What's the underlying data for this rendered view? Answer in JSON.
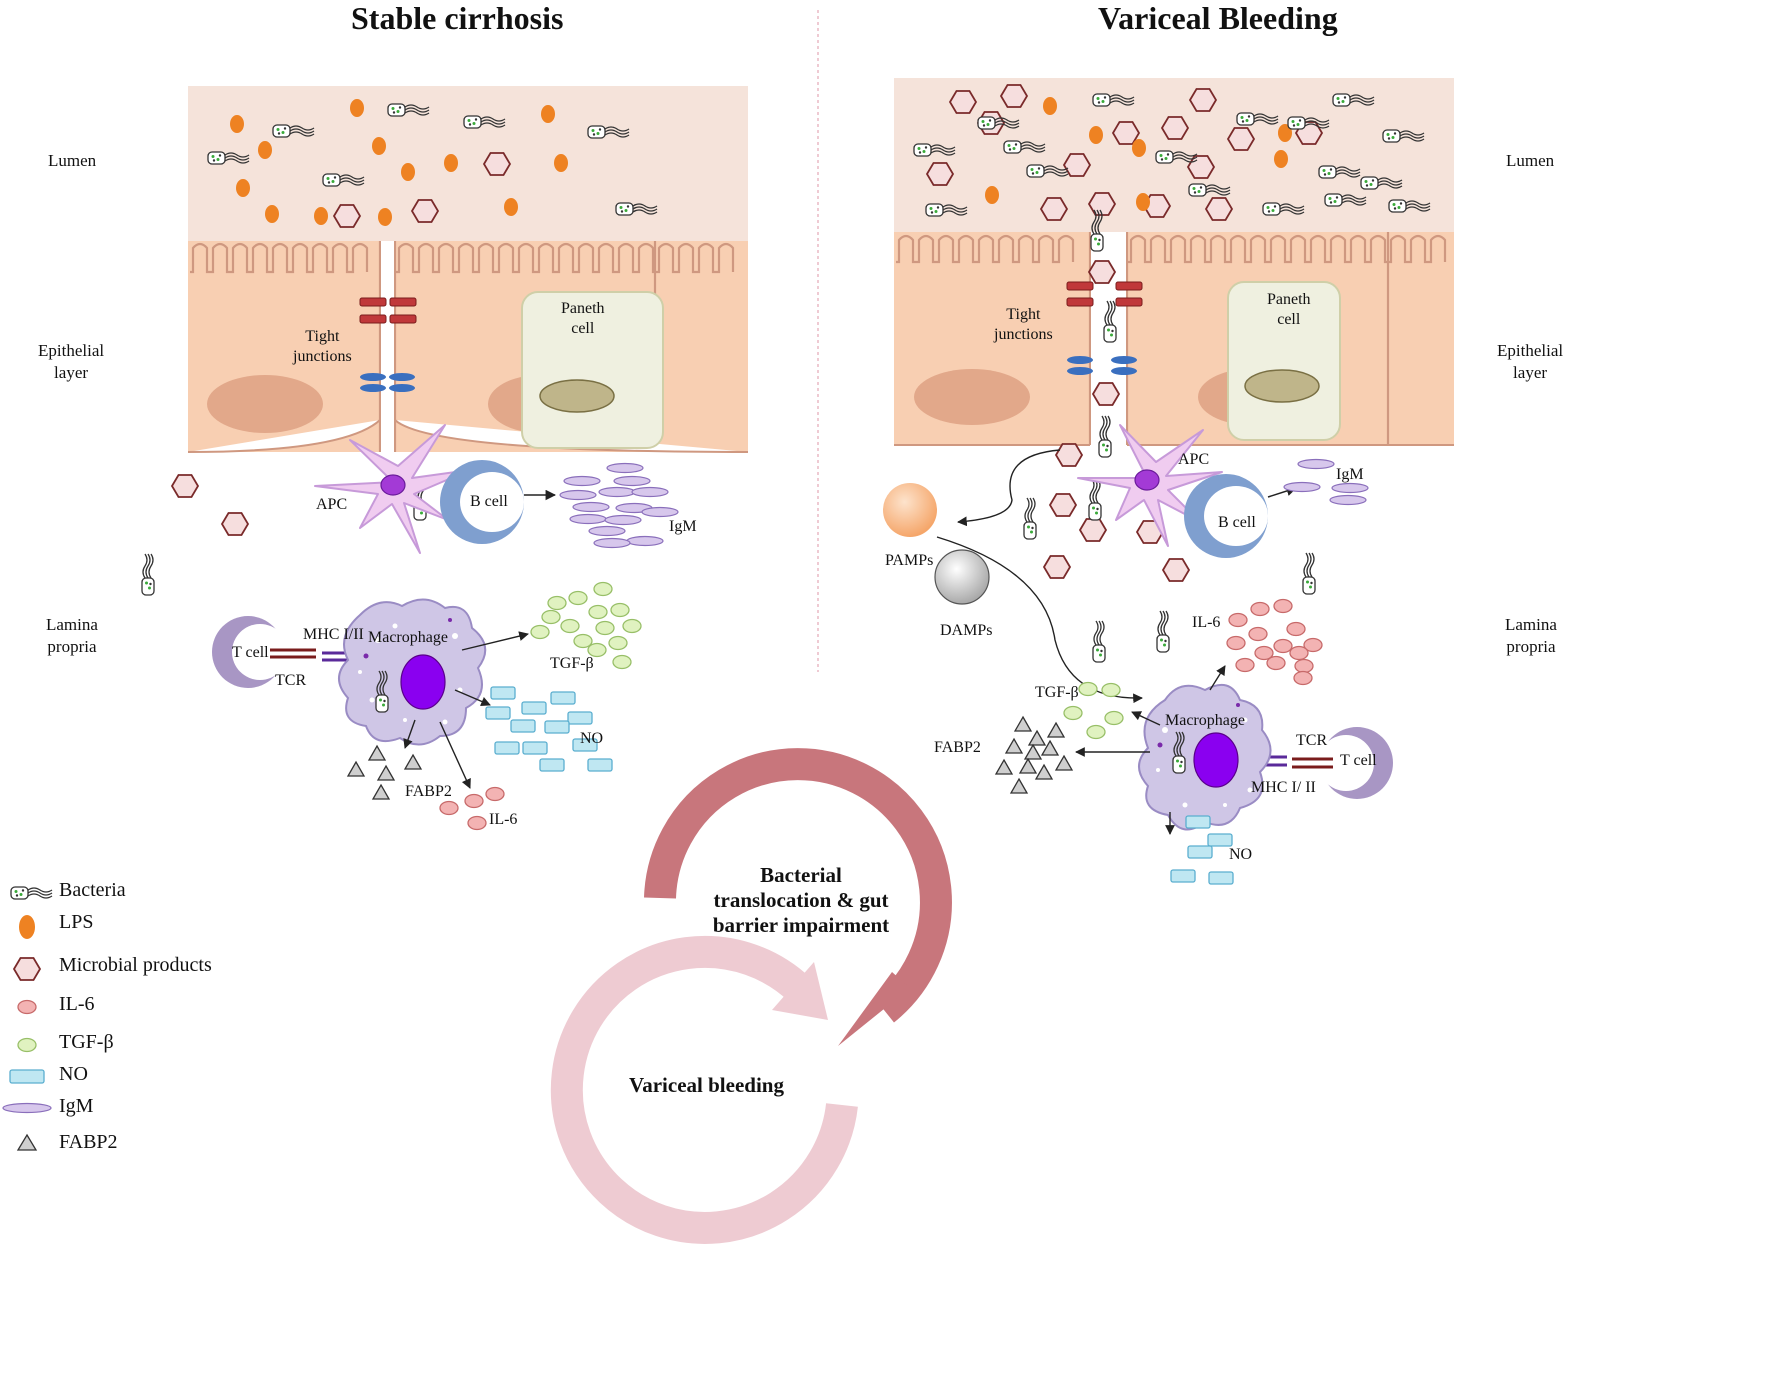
{
  "panels": {
    "left": {
      "title": "Stable cirrhosis"
    },
    "right": {
      "title": "Variceal Bleeding"
    }
  },
  "layers": {
    "lumen": "Lumen",
    "epithelial": [
      "Epithelial",
      "layer"
    ],
    "lamina": [
      "Lamina",
      "propria"
    ]
  },
  "labels": {
    "tight_junctions": [
      "Tight",
      "junctions"
    ],
    "paneth_cell": [
      "Paneth",
      "cell"
    ],
    "apc": "APC",
    "b_cell": "B cell",
    "t_cell": "T cell",
    "tcr": "TCR",
    "mhc_left": "MHC I/II",
    "mhc_right": "MHC I/ II",
    "macrophage": "Macrophage",
    "igm": "IgM",
    "tgf": "TGF-β",
    "no": "NO",
    "il6": "IL-6",
    "fabp2": "FABP2",
    "pamps": "PAMPs",
    "damps": "DAMPs"
  },
  "cycle": {
    "top": [
      "Bacterial",
      "translocation & gut",
      "barrier impairment"
    ],
    "bottom": "Variceal bleeding"
  },
  "legend": [
    {
      "icon": "bacteria-icon",
      "label": "Bacteria"
    },
    {
      "icon": "lps-icon",
      "label": "LPS"
    },
    {
      "icon": "microbial-product-icon",
      "label": "Microbial products"
    },
    {
      "icon": "il6-icon",
      "label": "IL-6"
    },
    {
      "icon": "tgf-beta-icon",
      "label": "TGF-β"
    },
    {
      "icon": "no-icon",
      "label": "NO"
    },
    {
      "icon": "igm-icon",
      "label": "IgM"
    },
    {
      "icon": "fabp2-icon",
      "label": "FABP2"
    }
  ],
  "colors": {
    "lumen": "#f5e3da",
    "epithelium": "#f8cfb2",
    "nucleus": "#e2a88a",
    "paneth": "#eff0e0",
    "lps": "#ee8222",
    "hexagon": "#7a2a2a",
    "il6": "#f3b3b3",
    "tgf": "#e0f2c0",
    "no": "#bfe7f2",
    "igm": "#d7c7ec",
    "apc": "#f0ccf0",
    "bcell": "#7f9fcf",
    "tcell": "#a896c4",
    "macrophage": "#cfc6e6",
    "macrophage_nucleus": "#8a00f0",
    "cycle_dark": "#c8767c",
    "cycle_light": "#eecbd2"
  }
}
